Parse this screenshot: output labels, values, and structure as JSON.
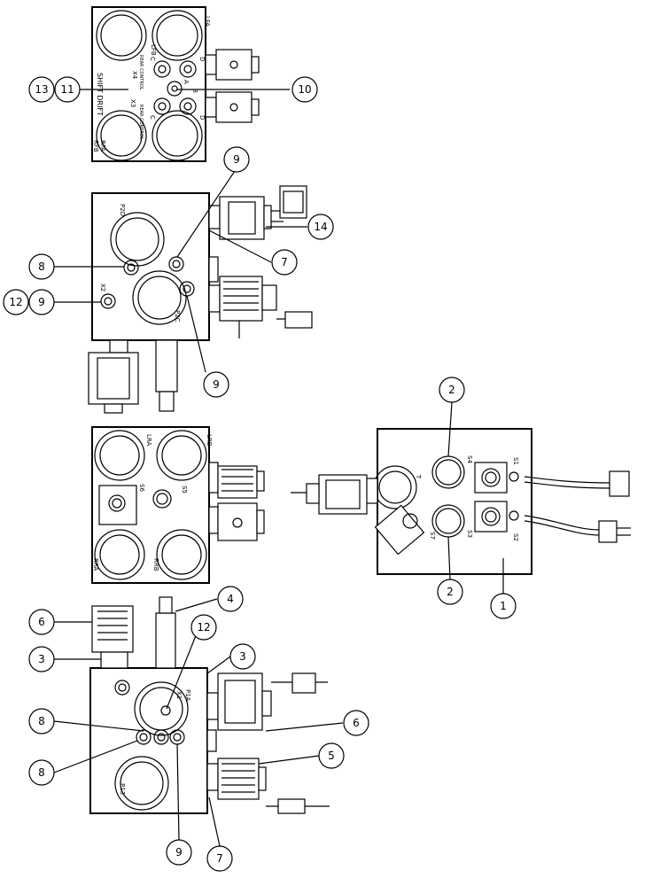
{
  "callouts": [
    {
      "id": "c13",
      "text": "13"
    },
    {
      "id": "c11",
      "text": "11"
    },
    {
      "id": "c10",
      "text": "10"
    },
    {
      "id": "c9a",
      "text": "9"
    },
    {
      "id": "c14",
      "text": "14"
    },
    {
      "id": "c8a",
      "text": "8"
    },
    {
      "id": "c7a",
      "text": "7"
    },
    {
      "id": "c12a",
      "text": "12"
    },
    {
      "id": "c9b",
      "text": "9"
    },
    {
      "id": "c9c",
      "text": "9"
    },
    {
      "id": "c2a",
      "text": "2"
    },
    {
      "id": "c2b",
      "text": "2"
    },
    {
      "id": "c1",
      "text": "1"
    },
    {
      "id": "c6a",
      "text": "6"
    },
    {
      "id": "c4",
      "text": "4"
    },
    {
      "id": "c12b",
      "text": "12"
    },
    {
      "id": "c3a",
      "text": "3"
    },
    {
      "id": "c3b",
      "text": "3"
    },
    {
      "id": "c8b",
      "text": "8"
    },
    {
      "id": "c6b",
      "text": "6"
    },
    {
      "id": "c8c",
      "text": "8"
    },
    {
      "id": "c5",
      "text": "5"
    },
    {
      "id": "c9d",
      "text": "9"
    },
    {
      "id": "c7b",
      "text": "7"
    }
  ],
  "port_labels": {
    "lfa": "LFA",
    "lfb": "LFB",
    "rfb": "RFB",
    "rfa": "RFA",
    "shift_drift": "SHIFT DRIFT",
    "x3": "X3",
    "x4": "X4",
    "c_top": "C",
    "c_bot": "C",
    "d_top": "D",
    "d_bot": "D",
    "a_top": "A",
    "b_top": "B",
    "rear_control_top": "REAR CONTROL",
    "rear_control_bot": "REAR CONTROL",
    "p2d": "P2D",
    "x2": "X2",
    "p2c": "P2C",
    "lra": "LRA",
    "lrb": "LRB",
    "rra": "RRA",
    "rrb": "RRB",
    "s6": "S6",
    "s5": "S5",
    "t": "T",
    "s4": "S4",
    "s1": "S1",
    "s7": "S7",
    "s3": "S3",
    "s2": "S2",
    "p1a": "P1A",
    "x1": "X1",
    "p13": "P13"
  }
}
